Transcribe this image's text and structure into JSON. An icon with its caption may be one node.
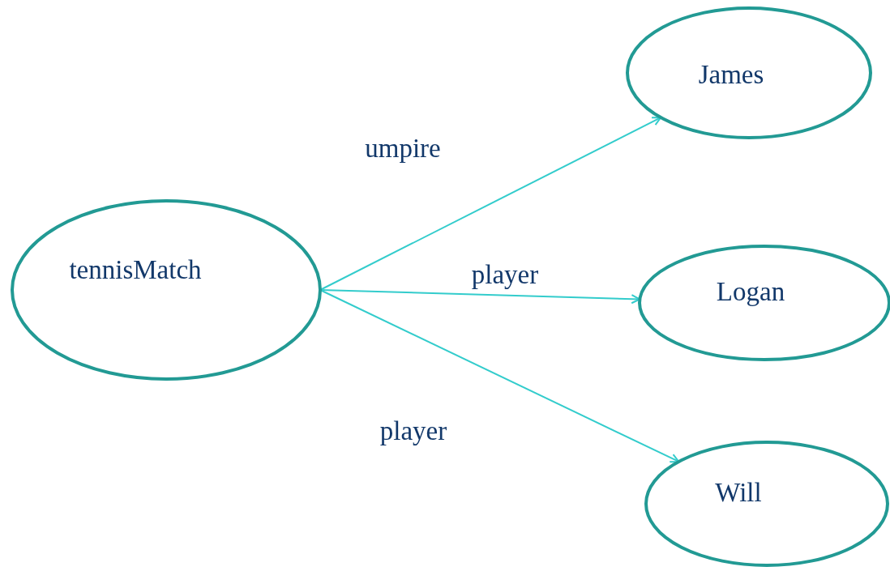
{
  "diagram": {
    "nodes": [
      {
        "text": [
          "tennisMatch"
        ]
      },
      {
        "text": [
          "James"
        ]
      },
      {
        "text": [
          "Logan"
        ]
      },
      {
        "text": [
          "Will"
        ]
      }
    ],
    "edges": [
      {
        "from": 0,
        "to": 1,
        "arrow": "to",
        "label": "umpire"
      },
      {
        "from": 0,
        "to": 2,
        "arrow": "to",
        "label": "player"
      },
      {
        "from": 0,
        "to": 3,
        "arrow": "to",
        "label": "player"
      }
    ]
  }
}
